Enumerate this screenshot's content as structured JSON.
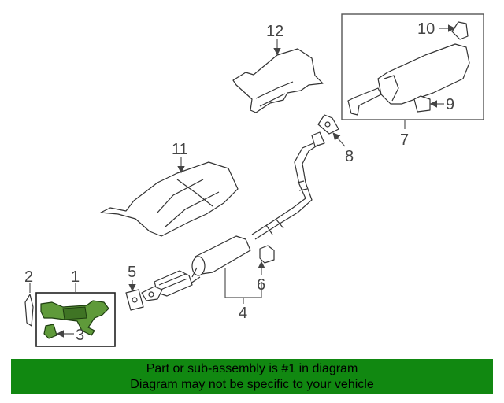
{
  "callouts": {
    "c1": "1",
    "c2": "2",
    "c3": "3",
    "c4": "4",
    "c5": "5",
    "c6": "6",
    "c7": "7",
    "c8": "8",
    "c9": "9",
    "c10": "10",
    "c11": "11",
    "c12": "12"
  },
  "banner": {
    "line1": "Part or sub-assembly is #1 in diagram",
    "line2": "Diagram may not be specific to your vehicle"
  },
  "colors": {
    "highlight": "#5f9a3a",
    "banner": "#118811"
  }
}
